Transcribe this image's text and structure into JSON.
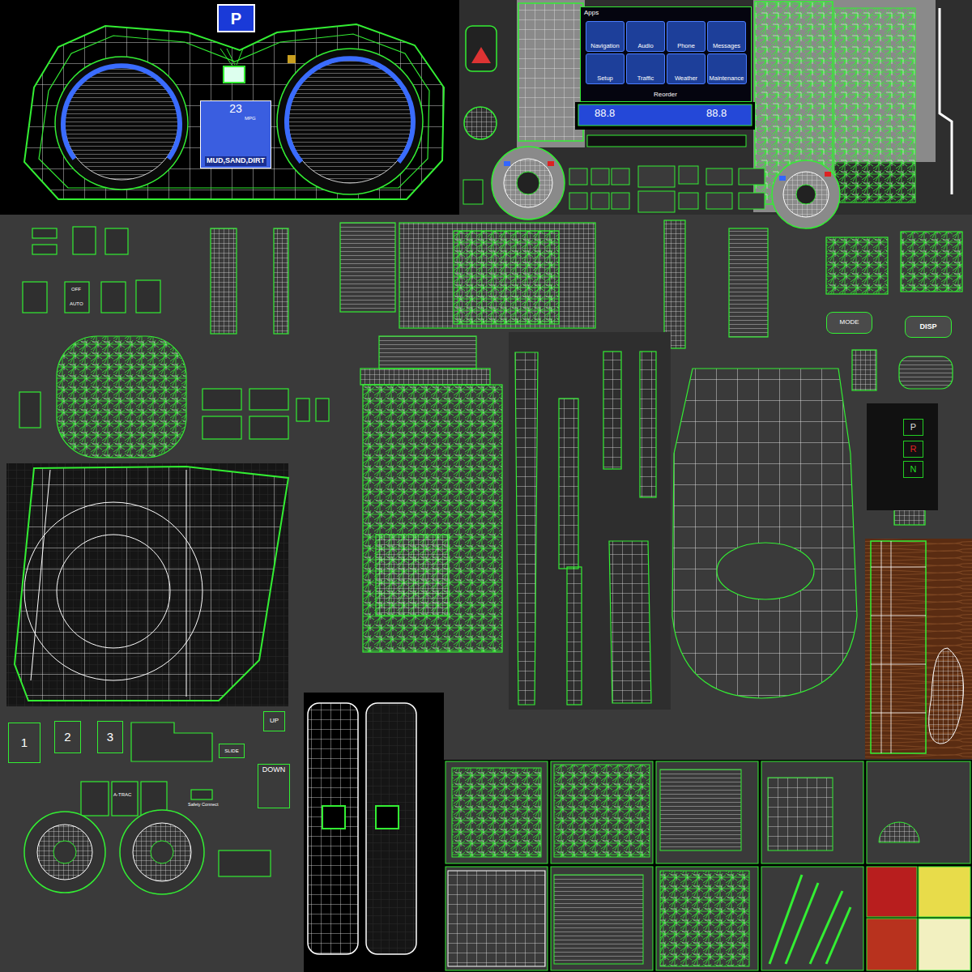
{
  "diagram": {
    "nodes": [
      {
        "text": [
          "P"
        ]
      },
      {
        "text": [
          "23",
          "MUD,SAND,DIRT"
        ]
      },
      {
        "text": [
          "Apps",
          "Reorder"
        ]
      },
      {
        "text": [
          "Navigation"
        ],
        "in": 2
      },
      {
        "text": [
          "Audio"
        ],
        "in": 2
      },
      {
        "text": [
          "Phone"
        ],
        "in": 2
      },
      {
        "text": [
          "Messages"
        ],
        "in": 2
      },
      {
        "text": [
          "Setup"
        ],
        "in": 2
      },
      {
        "text": [
          "Traffic"
        ],
        "in": 2
      },
      {
        "text": [
          "Weather"
        ],
        "in": 2
      },
      {
        "text": [
          "Maintenance"
        ],
        "in": 2
      },
      {
        "text": [
          "MODE"
        ]
      },
      {
        "text": [
          "DISP"
        ]
      },
      {
        "text": [
          "P"
        ]
      },
      {
        "text": [
          "R"
        ]
      },
      {
        "text": [
          "N"
        ]
      },
      {
        "text": [
          "1"
        ]
      },
      {
        "text": [
          "2"
        ]
      },
      {
        "text": [
          "3"
        ]
      },
      {
        "text": [
          "UP"
        ]
      },
      {
        "text": [
          "SLIDE"
        ]
      },
      {
        "text": [
          "DOWN"
        ]
      }
    ],
    "labels": [
      "88.8",
      "88.8",
      "OFF",
      "AUTO",
      "A-TRAC",
      "Safety Connect",
      "MPG"
    ]
  }
}
